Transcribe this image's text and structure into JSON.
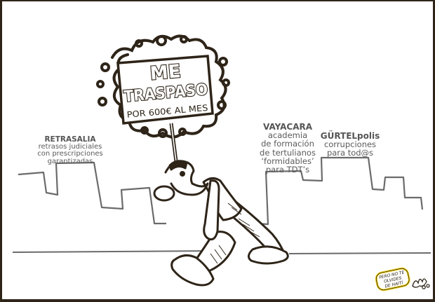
{
  "cartoon": {
    "sign": {
      "line1": "ME",
      "line2": "TRASPASO",
      "line3": "POR 600€ AL MES"
    },
    "buildings": [
      {
        "name": "RETRASALIA",
        "description": [
          "retrasos judiciales",
          "con prescripciones",
          "garantizadas"
        ]
      },
      {
        "name": "VAYACARA",
        "description": [
          "academia",
          "de formación",
          "de tertulianos",
          "‘formidables’",
          "para TDT’s"
        ]
      },
      {
        "name": "GÜRTELpolis",
        "description": [
          "corrupciones",
          "para tod@s"
        ]
      }
    ],
    "badge": {
      "lines": [
        "PERO NO TE",
        "OLVIDES",
        "DE HAITÍ"
      ]
    },
    "colors": {
      "ink": "#2e2418",
      "skyline": "#6b6b6b",
      "caption": "#5b5b5b",
      "badge": "#f2d21c",
      "background": "#ffffff"
    }
  }
}
